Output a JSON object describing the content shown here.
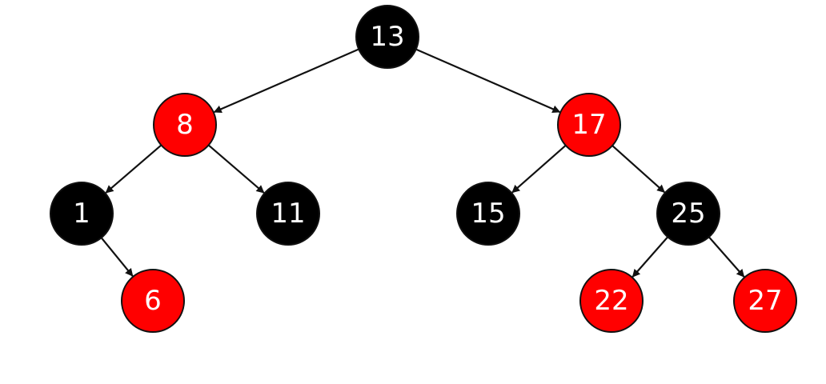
{
  "colors": {
    "black_node": "#000000",
    "red_node": "#ff0000",
    "node_outline": "#111111",
    "label": "#ffffff",
    "edge": "#111111",
    "background": "#ffffff"
  },
  "nodes": [
    {
      "id": "n13",
      "label": "13",
      "color": "black"
    },
    {
      "id": "n8",
      "label": "8",
      "color": "red"
    },
    {
      "id": "n17",
      "label": "17",
      "color": "red"
    },
    {
      "id": "n1",
      "label": "1",
      "color": "black"
    },
    {
      "id": "n11",
      "label": "11",
      "color": "black"
    },
    {
      "id": "n15",
      "label": "15",
      "color": "black"
    },
    {
      "id": "n25",
      "label": "25",
      "color": "black"
    },
    {
      "id": "n6",
      "label": "6",
      "color": "red"
    },
    {
      "id": "n22",
      "label": "22",
      "color": "red"
    },
    {
      "id": "n27",
      "label": "27",
      "color": "red"
    }
  ],
  "edges": [
    {
      "from": "n13",
      "to": "n8"
    },
    {
      "from": "n13",
      "to": "n17"
    },
    {
      "from": "n8",
      "to": "n1"
    },
    {
      "from": "n8",
      "to": "n11"
    },
    {
      "from": "n1",
      "to": "n6"
    },
    {
      "from": "n17",
      "to": "n15"
    },
    {
      "from": "n17",
      "to": "n25"
    },
    {
      "from": "n25",
      "to": "n22"
    },
    {
      "from": "n25",
      "to": "n27"
    }
  ]
}
